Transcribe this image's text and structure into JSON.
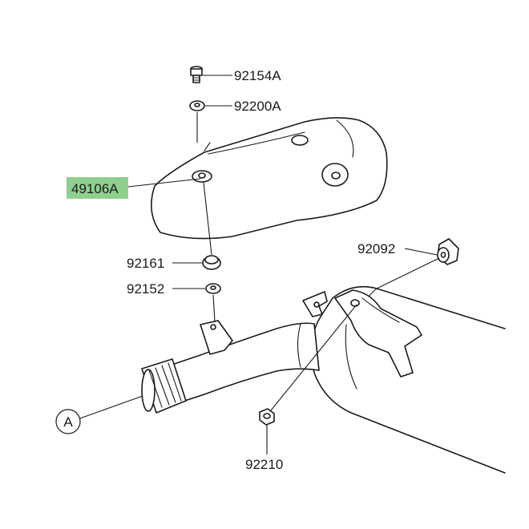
{
  "diagram": {
    "callouts": [
      {
        "id": "bolt",
        "label": "92154A"
      },
      {
        "id": "washer-top",
        "label": "92200A"
      },
      {
        "id": "cover",
        "label": "49106A",
        "highlighted": true
      },
      {
        "id": "grommet-large",
        "label": "92092"
      },
      {
        "id": "collar",
        "label": "92161"
      },
      {
        "id": "washer-lower",
        "label": "92152"
      },
      {
        "id": "nut",
        "label": "92210"
      }
    ],
    "reference_marker": "A",
    "highlight_color": "#8ed08e"
  }
}
